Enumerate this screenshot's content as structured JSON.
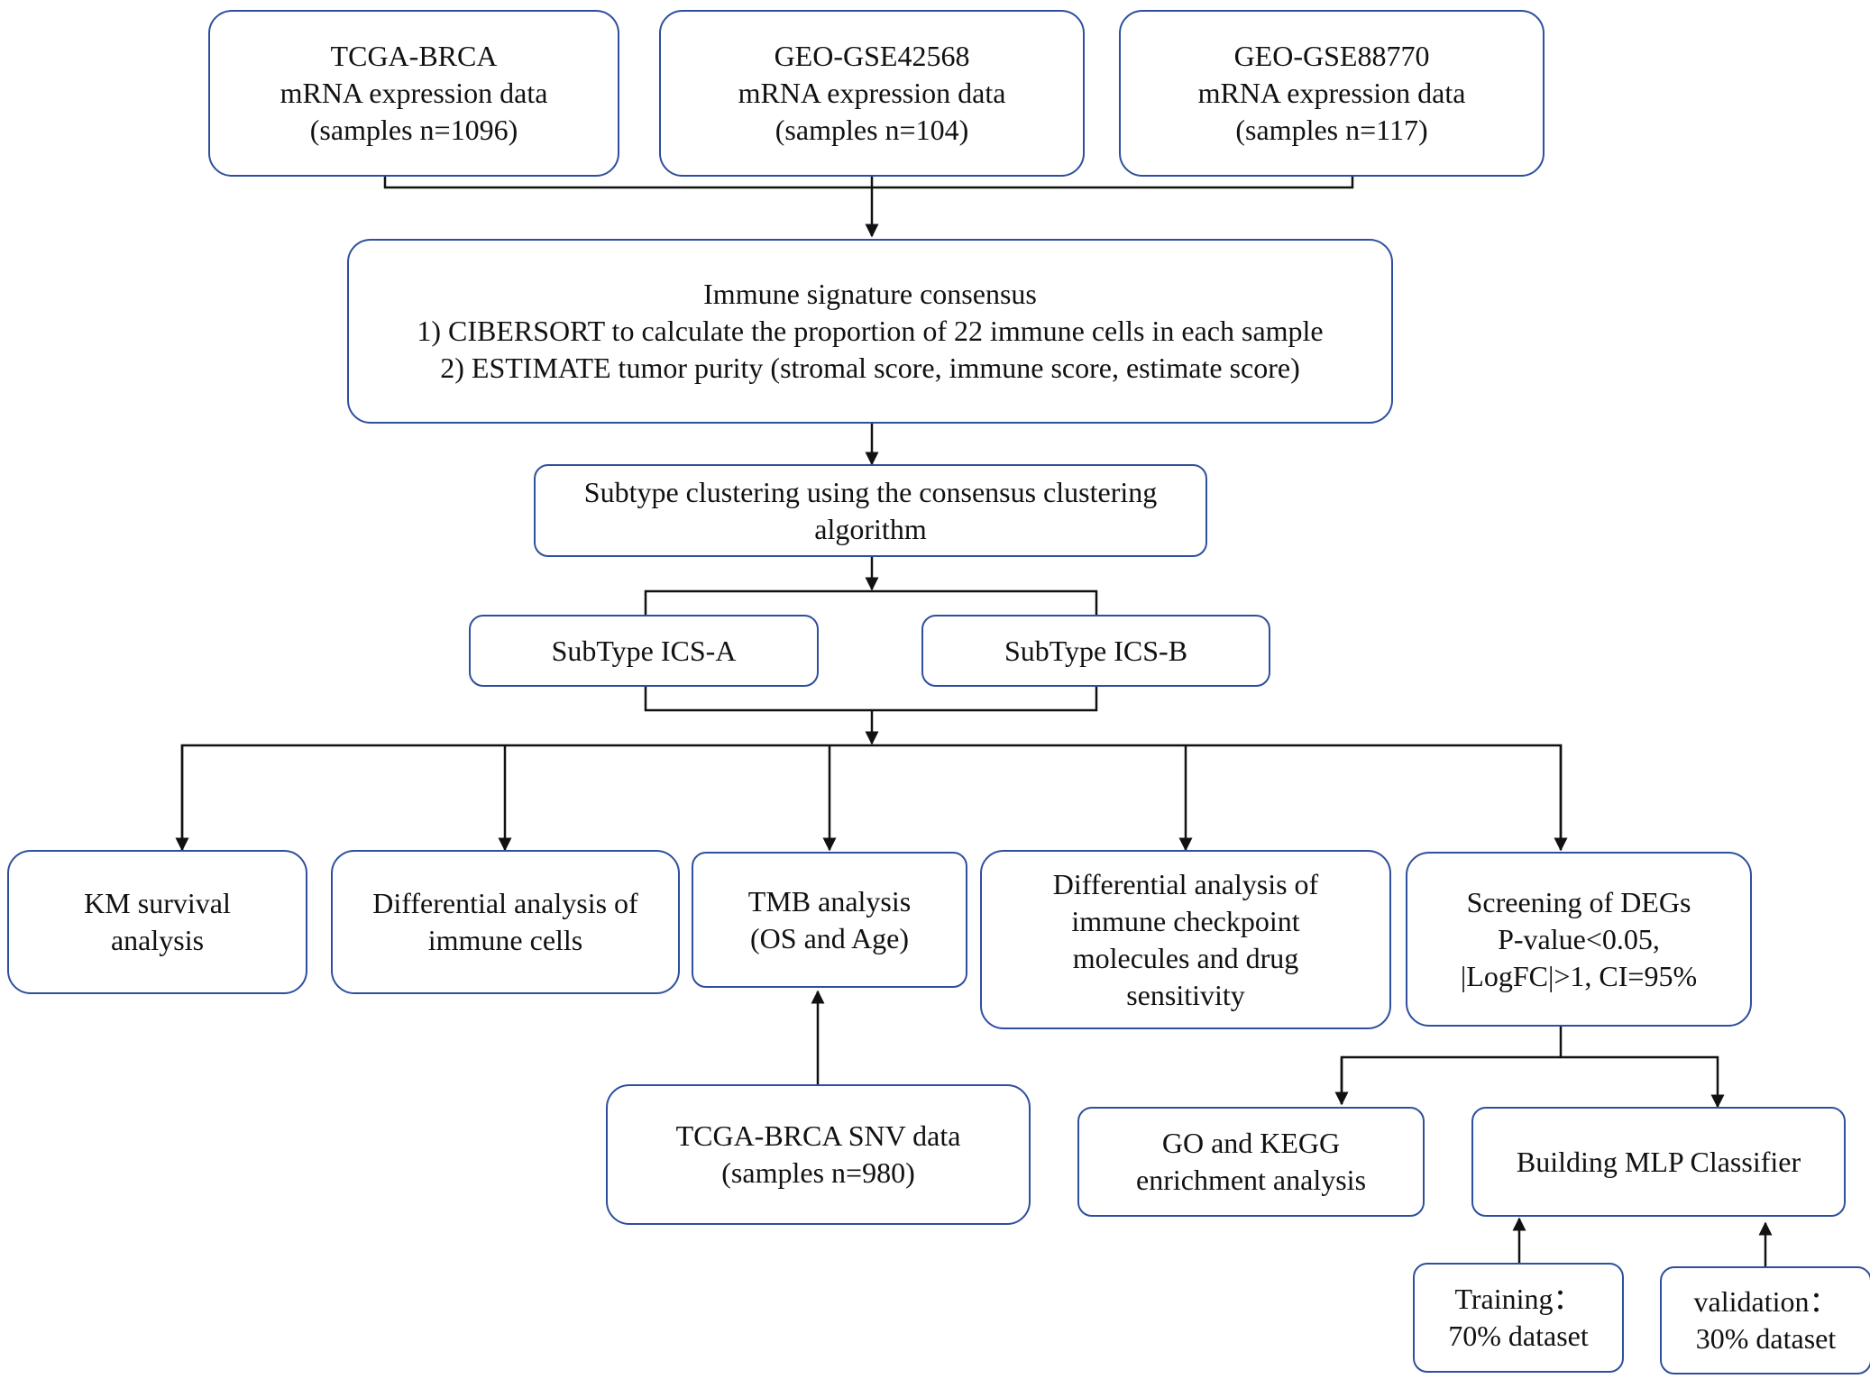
{
  "nodes": {
    "tcga": {
      "lines": [
        "TCGA-BRCA",
        "mRNA expression data",
        "(samples n=1096)"
      ]
    },
    "gse42568": {
      "lines": [
        "GEO-GSE42568",
        "mRNA expression data",
        "(samples n=104)"
      ]
    },
    "gse88770": {
      "lines": [
        "GEO-GSE88770",
        "mRNA expression data",
        "(samples n=117)"
      ]
    },
    "consensus": {
      "lines": [
        "Immune signature consensus",
        "1) CIBERSORT to calculate the proportion of 22 immune cells in each sample",
        "2) ESTIMATE tumor purity (stromal score, immune score, estimate score)"
      ]
    },
    "clustering": {
      "lines": [
        "Subtype clustering using the consensus clustering",
        "algorithm"
      ]
    },
    "ics_a": {
      "lines": [
        "SubType ICS-A"
      ]
    },
    "ics_b": {
      "lines": [
        "SubType ICS-B"
      ]
    },
    "km": {
      "lines": [
        "KM survival",
        "analysis"
      ]
    },
    "diff_immune": {
      "lines": [
        "Differential analysis of",
        "immune cells"
      ]
    },
    "tmb": {
      "lines": [
        "TMB analysis",
        "(OS and Age)"
      ]
    },
    "checkpoint": {
      "lines": [
        "Differential analysis of",
        "immune checkpoint",
        "molecules and drug",
        "sensitivity"
      ]
    },
    "degs": {
      "lines": [
        "Screening of DEGs",
        "P-value<0.05,",
        "|LogFC|>1, CI=95%"
      ]
    },
    "snv": {
      "lines": [
        "TCGA-BRCA SNV data",
        "(samples n=980)"
      ]
    },
    "go_kegg": {
      "lines": [
        "GO and KEGG",
        "enrichment analysis"
      ]
    },
    "mlp": {
      "lines": [
        "Building MLP Classifier"
      ]
    },
    "training": {
      "lines": [
        "Training：",
        "70% dataset"
      ]
    },
    "validation": {
      "lines": [
        "validation：",
        "30% dataset"
      ]
    }
  },
  "colors": {
    "box_border": "#2e4f9e",
    "connector": "#111111",
    "text": "#111111",
    "background": "#ffffff"
  }
}
